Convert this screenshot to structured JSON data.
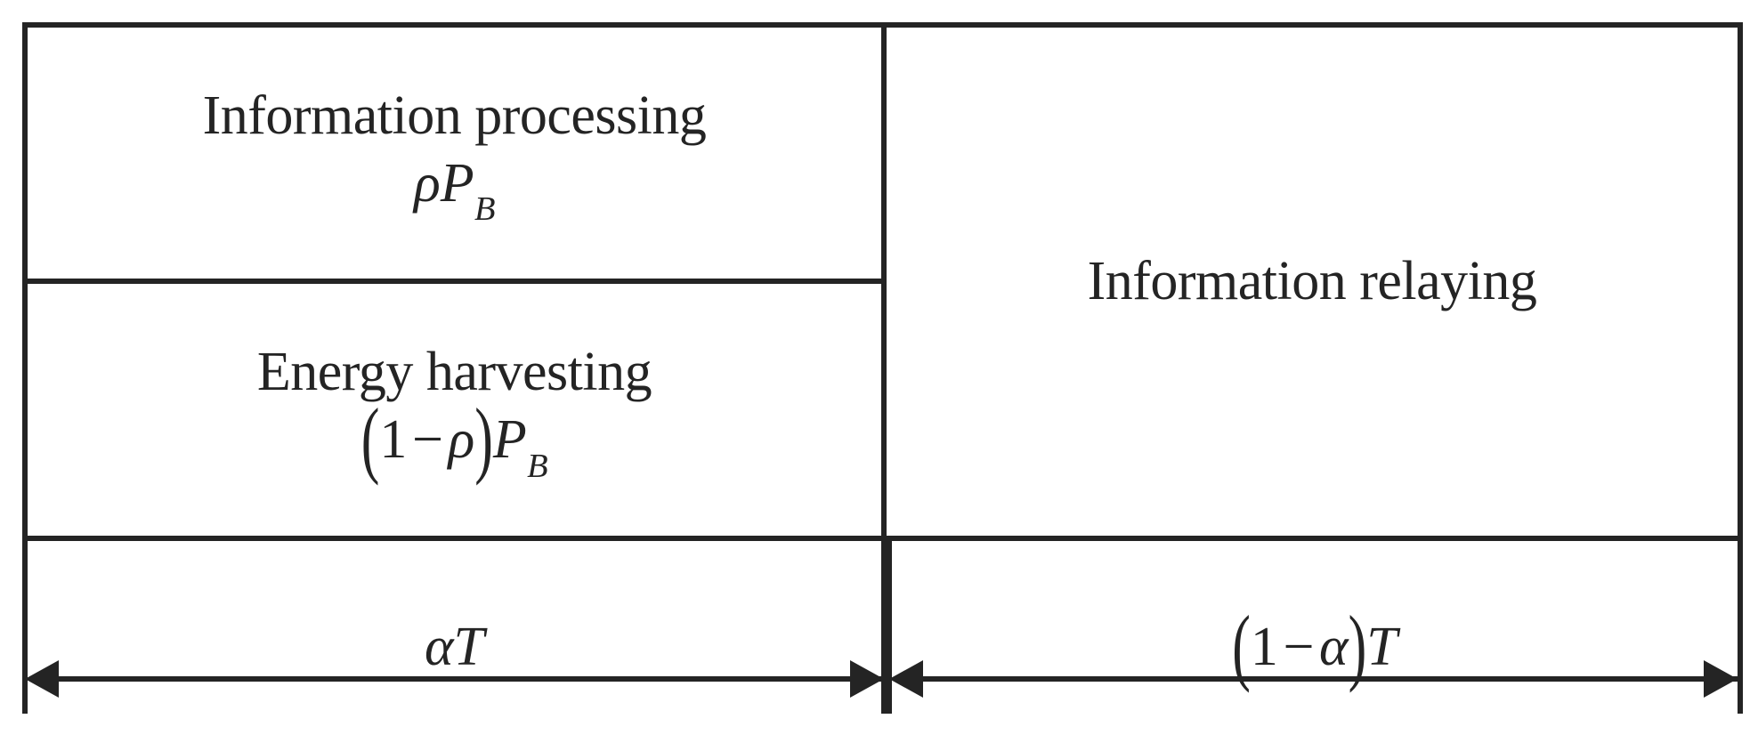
{
  "figure": {
    "type": "time-slot-frame-structure-diagram",
    "background_color": "#ffffff",
    "line_color": "#242424"
  },
  "cells": {
    "information_processing": {
      "title": "Information processing",
      "formula_plain": "ρP_B",
      "formula_parts": {
        "rho": "ρ",
        "P": "P",
        "P_subscript": "B"
      }
    },
    "energy_harvesting": {
      "title": "Energy harvesting",
      "formula_plain": "(1 − ρ)P_B",
      "formula_parts": {
        "open_paren": "(",
        "one": "1",
        "minus": "−",
        "rho": "ρ",
        "close_paren": ")",
        "P": "P",
        "P_subscript": "B"
      }
    },
    "information_relaying": {
      "title": "Information relaying"
    }
  },
  "dimensions": {
    "left": {
      "label_plain": "αT",
      "parts": {
        "alpha": "α",
        "T": "T"
      }
    },
    "right": {
      "label_plain": "(1 − α)T",
      "parts": {
        "open_paren": "(",
        "one": "1",
        "minus": "−",
        "alpha": "α",
        "close_paren": ")",
        "T": "T"
      }
    }
  }
}
